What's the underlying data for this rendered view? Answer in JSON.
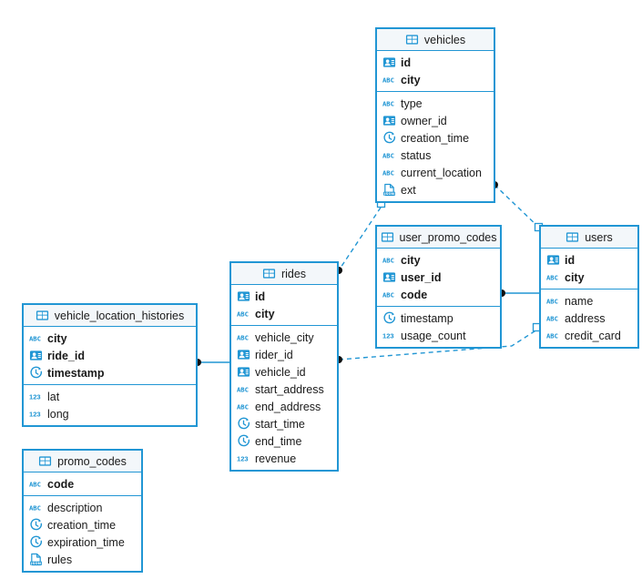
{
  "diagram": {
    "title": "Database ER diagram",
    "colors": {
      "accent": "#2196d4",
      "header_bg": "#f3f7fa",
      "text": "#1a1a1a",
      "edge": "#2196d4",
      "canvas_bg": "#ffffff"
    },
    "icon_legend": {
      "table": "table-icon",
      "uuid": "uuid-id-icon",
      "string": "abc-string-icon",
      "timestamp": "clock-timestamp-icon",
      "number": "123-number-icon",
      "json": "json-icon"
    }
  },
  "tables": [
    {
      "id": "vehicles",
      "name": "vehicles",
      "icon": "table-icon",
      "keys": [
        {
          "name": "id",
          "icon": "uuid-id-icon"
        },
        {
          "name": "city",
          "icon": "abc-string-icon"
        }
      ],
      "fields": [
        {
          "name": "type",
          "icon": "abc-string-icon"
        },
        {
          "name": "owner_id",
          "icon": "uuid-id-icon"
        },
        {
          "name": "creation_time",
          "icon": "clock-timestamp-icon"
        },
        {
          "name": "status",
          "icon": "abc-string-icon"
        },
        {
          "name": "current_location",
          "icon": "abc-string-icon"
        },
        {
          "name": "ext",
          "icon": "json-icon"
        }
      ]
    },
    {
      "id": "users",
      "name": "users",
      "icon": "table-icon",
      "keys": [
        {
          "name": "id",
          "icon": "uuid-id-icon"
        },
        {
          "name": "city",
          "icon": "abc-string-icon"
        }
      ],
      "fields": [
        {
          "name": "name",
          "icon": "abc-string-icon"
        },
        {
          "name": "address",
          "icon": "abc-string-icon"
        },
        {
          "name": "credit_card",
          "icon": "abc-string-icon"
        }
      ]
    },
    {
      "id": "user_promo_codes",
      "name": "user_promo_codes",
      "icon": "table-icon",
      "keys": [
        {
          "name": "city",
          "icon": "abc-string-icon"
        },
        {
          "name": "user_id",
          "icon": "uuid-id-icon"
        },
        {
          "name": "code",
          "icon": "abc-string-icon"
        }
      ],
      "fields": [
        {
          "name": "timestamp",
          "icon": "clock-timestamp-icon"
        },
        {
          "name": "usage_count",
          "icon": "123-number-icon"
        }
      ]
    },
    {
      "id": "rides",
      "name": "rides",
      "icon": "table-icon",
      "keys": [
        {
          "name": "id",
          "icon": "uuid-id-icon"
        },
        {
          "name": "city",
          "icon": "abc-string-icon"
        }
      ],
      "fields": [
        {
          "name": "vehicle_city",
          "icon": "abc-string-icon"
        },
        {
          "name": "rider_id",
          "icon": "uuid-id-icon"
        },
        {
          "name": "vehicle_id",
          "icon": "uuid-id-icon"
        },
        {
          "name": "start_address",
          "icon": "abc-string-icon"
        },
        {
          "name": "end_address",
          "icon": "abc-string-icon"
        },
        {
          "name": "start_time",
          "icon": "clock-timestamp-icon"
        },
        {
          "name": "end_time",
          "icon": "clock-timestamp-icon"
        },
        {
          "name": "revenue",
          "icon": "123-number-icon"
        }
      ]
    },
    {
      "id": "vehicle_location_histories",
      "name": "vehicle_location_histories",
      "icon": "table-icon",
      "keys": [
        {
          "name": "city",
          "icon": "abc-string-icon"
        },
        {
          "name": "ride_id",
          "icon": "uuid-id-icon"
        },
        {
          "name": "timestamp",
          "icon": "clock-timestamp-icon"
        }
      ],
      "fields": [
        {
          "name": "lat",
          "icon": "123-number-icon"
        },
        {
          "name": "long",
          "icon": "123-number-icon"
        }
      ]
    },
    {
      "id": "promo_codes",
      "name": "promo_codes",
      "icon": "table-icon",
      "keys": [
        {
          "name": "code",
          "icon": "abc-string-icon"
        }
      ],
      "fields": [
        {
          "name": "description",
          "icon": "abc-string-icon"
        },
        {
          "name": "creation_time",
          "icon": "clock-timestamp-icon"
        },
        {
          "name": "expiration_time",
          "icon": "clock-timestamp-icon"
        },
        {
          "name": "rules",
          "icon": "json-icon"
        }
      ]
    }
  ],
  "relationships": [
    {
      "id": "vehicles-rides",
      "from": "vehicles",
      "to": "rides",
      "style": "dashed",
      "from_marker": "open-square",
      "to_marker": "filled-dot"
    },
    {
      "id": "vehicles-users",
      "from": "vehicles",
      "to": "users",
      "style": "dashed",
      "from_marker": "filled-dot",
      "to_marker": "open-square"
    },
    {
      "id": "user_promo_codes-users",
      "from": "user_promo_codes",
      "to": "users",
      "style": "solid",
      "from_marker": "filled-dot",
      "to_marker": "none"
    },
    {
      "id": "rides-users",
      "from": "rides",
      "to": "users",
      "style": "dashed",
      "from_marker": "filled-dot",
      "to_marker": "open-square"
    },
    {
      "id": "vehicle_location_histories-rides",
      "from": "vehicle_location_histories",
      "to": "rides",
      "style": "solid",
      "from_marker": "filled-dot",
      "to_marker": "none"
    }
  ]
}
